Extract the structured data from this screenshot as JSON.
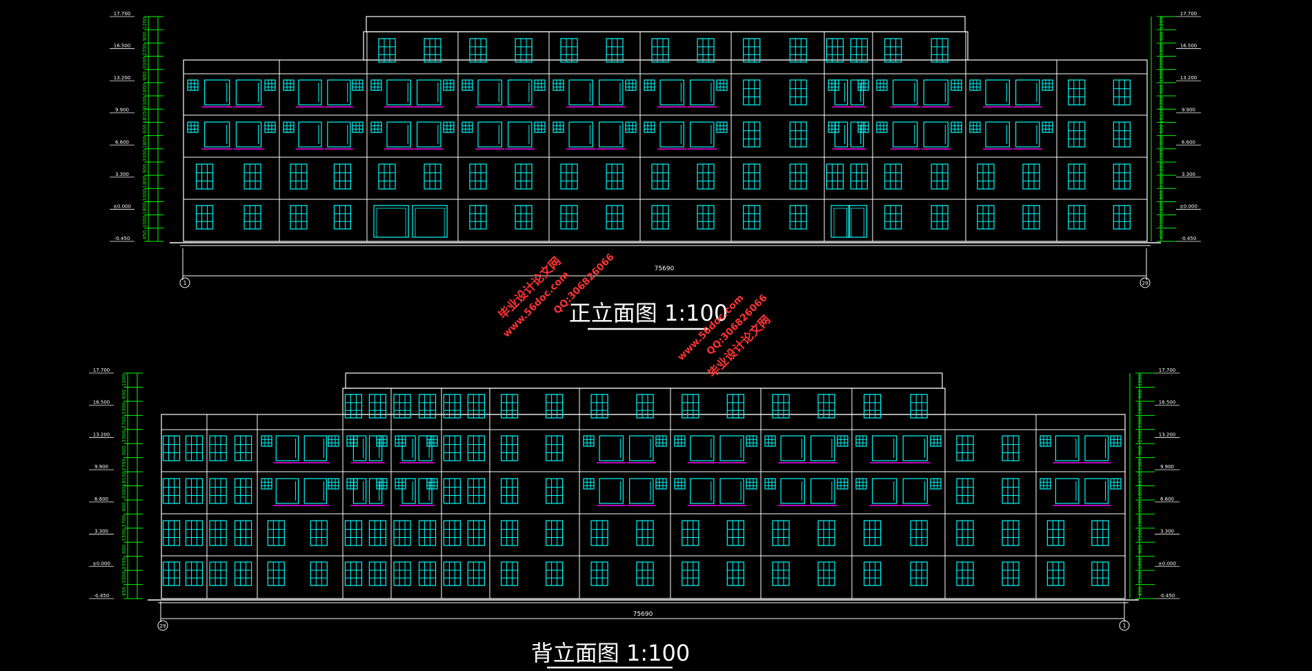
{
  "colors": {
    "background": "#000000",
    "outline": "#ffffff",
    "window": "#00ffff",
    "railing": "#ff00ff",
    "dimension": "#00ff00",
    "axis_bubble": "#ffffff",
    "watermark": "#ff3333"
  },
  "front_elevation": {
    "title": "正立面图  1:100",
    "total_length": "75690",
    "axis_left": "1",
    "axis_right": "29",
    "left_levels": [
      "17.700",
      "16.500",
      "13.200",
      "9.900",
      "6.600",
      "3.300",
      "±0.000",
      "-0.450"
    ],
    "right_levels": [
      "17.700",
      "16.500",
      "13.200",
      "9.900",
      "6.600",
      "3.300",
      "±0.000",
      "-0.450"
    ],
    "left_dims": [
      "1200",
      "900",
      "2700",
      "3300",
      "900",
      "1800",
      "3300",
      "18150",
      "600",
      "1800",
      "3300",
      "900",
      "1800",
      "3300",
      "1800",
      "3300",
      "450"
    ],
    "right_dims": [
      "1200",
      "900",
      "1800",
      "3300",
      "1800",
      "900",
      "3300",
      "18150",
      "900",
      "1800",
      "3300",
      "1800",
      "3300",
      "900",
      "1800",
      "3300",
      "450"
    ]
  },
  "back_elevation": {
    "title": "背立面图  1:100",
    "total_length": "75690",
    "axis_left": "29",
    "axis_right": "1",
    "left_levels": [
      "17.700",
      "16.500",
      "13.200",
      "9.900",
      "6.600",
      "3.300",
      "±0.000",
      "-0.450"
    ],
    "right_levels": [
      "17.700",
      "16.500",
      "13.200",
      "9.900",
      "6.600",
      "3.300",
      "±0.000",
      "-0.450"
    ],
    "left_dims": [
      "1200",
      "600",
      "3300",
      "2700",
      "3300",
      "900",
      "2700",
      "18150",
      "3300",
      "900",
      "2700",
      "3300",
      "600",
      "2700",
      "3300",
      "450"
    ],
    "right_dims": [
      "1200",
      "900",
      "1800",
      "3300",
      "2700",
      "900",
      "3300",
      "18150",
      "1800",
      "3300",
      "1800",
      "3300",
      "900",
      "1800",
      "3300",
      "450"
    ]
  },
  "watermarks": [
    {
      "line1": "毕业设计论文网",
      "line2": "www.56doc.com",
      "line3": "QQ:306826066"
    },
    {
      "line1": "毕业设计论文网",
      "line2": "www.56doc.com",
      "line3": "QQ:306826066"
    }
  ]
}
